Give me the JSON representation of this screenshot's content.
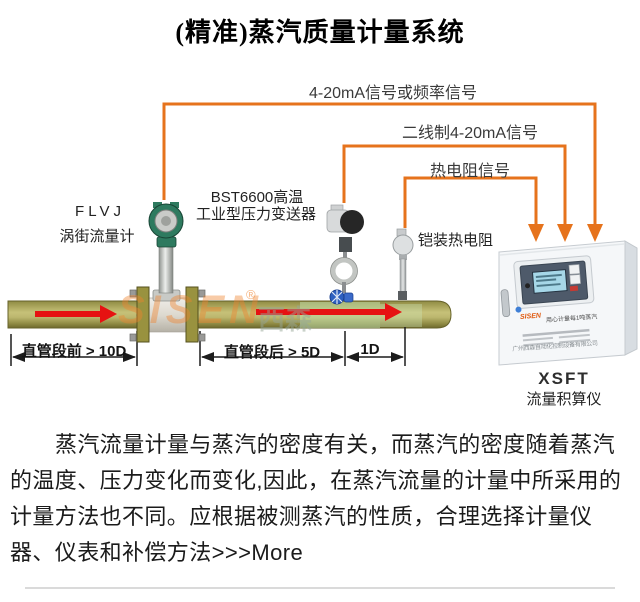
{
  "title": "(精准)蒸汽质量计量系统",
  "signals": {
    "s1": "4-20mA信号或频率信号",
    "s2": "二线制4-20mA信号",
    "s3": "热电阻信号"
  },
  "devices": {
    "flowmeter_model": "FLVJ",
    "flowmeter_name": "涡街流量计",
    "transmitter_line1": "BST6600高温",
    "transmitter_line2": "工业型压力变送器",
    "rtd_name": "铠装热电阻",
    "totalizer_model": "XSFT",
    "totalizer_name": "流量积算仪"
  },
  "dimensions": {
    "before": "直管段前 > 10D",
    "after": "直管段后 > 5D",
    "one_d": "1D"
  },
  "cabinet": {
    "brand": "SISEN",
    "slogan": "用心计量每1吨蒸汽",
    "company": "广州西森自动化控制设备有限公司"
  },
  "watermark": {
    "brand": "SISEN",
    "reg": "®",
    "cn": "西森"
  },
  "paragraph": {
    "text": "蒸汽流量计量与蒸汽的密度有关，而蒸汽的密度随着蒸汽的温度、压力变化而变化,因此，在蒸汽流量的计量中所采用的计量方法也不同。应根据被测蒸汽的性质，合理选择计量仪器、仪表和补偿方法",
    "more": ">>>More"
  },
  "colors": {
    "signal_line": "#E6731C",
    "flow_arrow": "#E61212",
    "pipe": "#A9A45C"
  }
}
